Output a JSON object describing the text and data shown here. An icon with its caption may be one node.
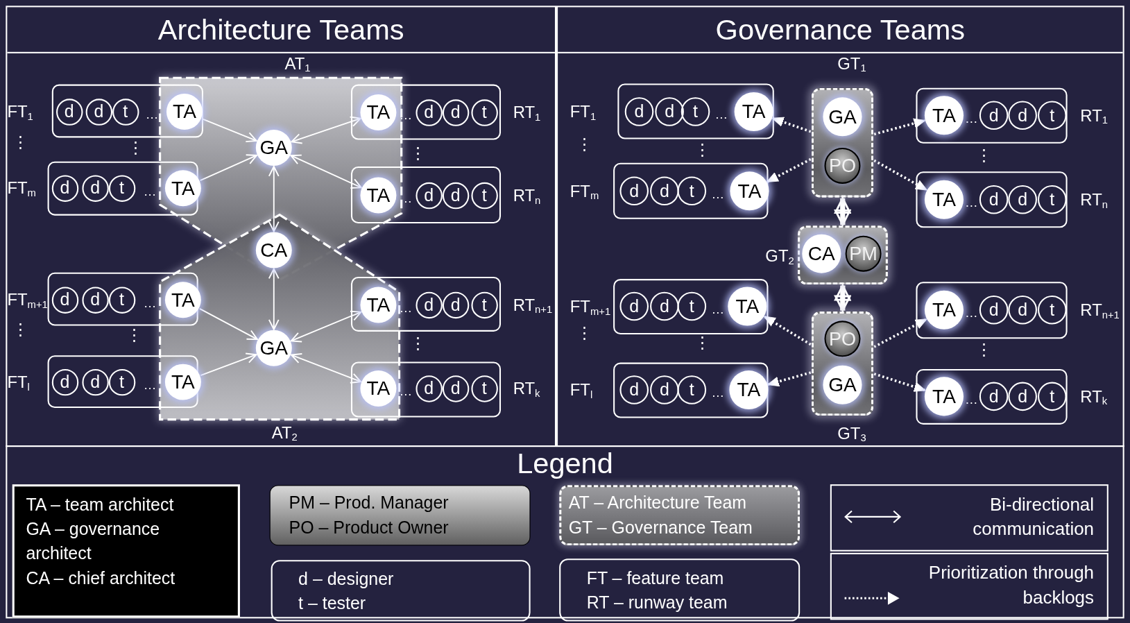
{
  "diagram": {
    "nodes": [
      {
        "text": [
          "Architecture Teams"
        ]
      },
      {
        "text": [
          "Governance Teams"
        ]
      },
      {
        "text": [
          "AT$_{1}$"
        ],
        "in": 0
      },
      {
        "text": [
          "AT$_{2}$"
        ],
        "in": 0
      },
      {
        "text": [
          "GA"
        ],
        "in": 2
      },
      {
        "text": [
          "CA"
        ]
      },
      {
        "text": [
          "GA"
        ],
        "in": 3
      },
      {
        "text": [
          "FT$_{1}$",
          "…"
        ],
        "in": 0
      },
      {
        "text": [
          "d"
        ],
        "in": 7
      },
      {
        "text": [
          "d"
        ],
        "in": 7
      },
      {
        "text": [
          "t"
        ],
        "in": 7
      },
      {
        "text": [
          "TA"
        ]
      },
      {
        "text": [
          "…",
          "RT$_{1}$"
        ],
        "in": 0
      },
      {
        "text": [
          "TA"
        ]
      },
      {
        "text": [
          "d"
        ],
        "in": 12
      },
      {
        "text": [
          "d"
        ],
        "in": 12
      },
      {
        "text": [
          "t"
        ],
        "in": 12
      },
      {
        "text": [
          "FT$_{m}$",
          "…"
        ],
        "in": 0
      },
      {
        "text": [
          "d"
        ],
        "in": 17
      },
      {
        "text": [
          "d"
        ],
        "in": 17
      },
      {
        "text": [
          "t"
        ],
        "in": 17
      },
      {
        "text": [
          "TA"
        ]
      },
      {
        "text": [
          "…",
          "RT$_{n}$"
        ],
        "in": 0
      },
      {
        "text": [
          "TA"
        ]
      },
      {
        "text": [
          "d"
        ],
        "in": 22
      },
      {
        "text": [
          "d"
        ],
        "in": 22
      },
      {
        "text": [
          "t"
        ],
        "in": 22
      },
      {
        "text": [
          "FT$_{m+1}$",
          "…"
        ],
        "in": 0
      },
      {
        "text": [
          "d"
        ],
        "in": 27
      },
      {
        "text": [
          "d"
        ],
        "in": 27
      },
      {
        "text": [
          "t"
        ],
        "in": 27
      },
      {
        "text": [
          "TA"
        ]
      },
      {
        "text": [
          "…",
          "RT$_{n+1}$"
        ],
        "in": 0
      },
      {
        "text": [
          "TA"
        ]
      },
      {
        "text": [
          "d"
        ],
        "in": 32
      },
      {
        "text": [
          "d"
        ],
        "in": 32
      },
      {
        "text": [
          "t"
        ],
        "in": 32
      },
      {
        "text": [
          "FT$_{l}$",
          "…"
        ],
        "in": 0
      },
      {
        "text": [
          "d"
        ],
        "in": 37
      },
      {
        "text": [
          "d"
        ],
        "in": 37
      },
      {
        "text": [
          "t"
        ],
        "in": 37
      },
      {
        "text": [
          "TA"
        ]
      },
      {
        "text": [
          "…",
          "RT$_{k}$"
        ],
        "in": 0
      },
      {
        "text": [
          "TA"
        ]
      },
      {
        "text": [
          "d"
        ],
        "in": 42
      },
      {
        "text": [
          "d"
        ],
        "in": 42
      },
      {
        "text": [
          "t"
        ],
        "in": 42
      },
      {
        "text": [
          "GT$_{1}$"
        ],
        "in": 1
      },
      {
        "text": [
          "GA"
        ],
        "in": 47
      },
      {
        "text": [
          "PO"
        ],
        "in": 47
      },
      {
        "text": [
          "GT$_{2}$"
        ],
        "in": 1
      },
      {
        "text": [
          "CA"
        ],
        "in": 50
      },
      {
        "text": [
          "PM"
        ],
        "in": 50
      },
      {
        "text": [
          "GT$_{3}$"
        ],
        "in": 1
      },
      {
        "text": [
          "PO"
        ],
        "in": 53
      },
      {
        "text": [
          "GA"
        ],
        "in": 53
      },
      {
        "text": [
          "FT$_{1}$",
          "…"
        ],
        "in": 1
      },
      {
        "text": [
          "d"
        ],
        "in": 56
      },
      {
        "text": [
          "d"
        ],
        "in": 56
      },
      {
        "text": [
          "t"
        ],
        "in": 56
      },
      {
        "text": [
          "TA"
        ],
        "in": 56
      },
      {
        "text": [
          "…",
          "RT$_{1}$"
        ],
        "in": 1
      },
      {
        "text": [
          "TA"
        ],
        "in": 61
      },
      {
        "text": [
          "d"
        ],
        "in": 61
      },
      {
        "text": [
          "d"
        ],
        "in": 61
      },
      {
        "text": [
          "t"
        ],
        "in": 61
      },
      {
        "text": [
          "FT$_{m}$",
          "…"
        ],
        "in": 1
      },
      {
        "text": [
          "d"
        ],
        "in": 66
      },
      {
        "text": [
          "d"
        ],
        "in": 66
      },
      {
        "text": [
          "t"
        ],
        "in": 66
      },
      {
        "text": [
          "TA"
        ],
        "in": 66
      },
      {
        "text": [
          "…",
          "RT$_{n}$"
        ],
        "in": 1
      },
      {
        "text": [
          "TA"
        ],
        "in": 71
      },
      {
        "text": [
          "d"
        ],
        "in": 71
      },
      {
        "text": [
          "d"
        ],
        "in": 71
      },
      {
        "text": [
          "t"
        ],
        "in": 71
      },
      {
        "text": [
          "FT$_{m+1}$",
          "…"
        ],
        "in": 1
      },
      {
        "text": [
          "d"
        ],
        "in": 76
      },
      {
        "text": [
          "d"
        ],
        "in": 76
      },
      {
        "text": [
          "t"
        ],
        "in": 76
      },
      {
        "text": [
          "TA"
        ],
        "in": 76
      },
      {
        "text": [
          "…",
          "RT$_{n+1}$"
        ],
        "in": 1
      },
      {
        "text": [
          "TA"
        ],
        "in": 81
      },
      {
        "text": [
          "d"
        ],
        "in": 81
      },
      {
        "text": [
          "d"
        ],
        "in": 81
      },
      {
        "text": [
          "t"
        ],
        "in": 81
      },
      {
        "text": [
          "FT$_{l}$",
          "…"
        ],
        "in": 1
      },
      {
        "text": [
          "d"
        ],
        "in": 86
      },
      {
        "text": [
          "d"
        ],
        "in": 86
      },
      {
        "text": [
          "t"
        ],
        "in": 86
      },
      {
        "text": [
          "TA"
        ],
        "in": 86
      },
      {
        "text": [
          "…",
          "RT$_{k}$"
        ],
        "in": 1
      },
      {
        "text": [
          "TA"
        ],
        "in": 91
      },
      {
        "text": [
          "d"
        ],
        "in": 91
      },
      {
        "text": [
          "d"
        ],
        "in": 91
      },
      {
        "text": [
          "t"
        ],
        "in": 91
      },
      {
        "text": [
          "Legend"
        ]
      },
      {
        "text": [
          "TA – team architect",
          "GA – governance architect",
          "CA – chief architect"
        ],
        "in": 96
      },
      {
        "text": [
          "PM – Prod. Manager",
          "PO – Product Owner"
        ],
        "in": 96
      },
      {
        "text": [
          "AT – Architecture Team",
          "GT – Governance Team"
        ],
        "in": 96
      },
      {
        "text": [
          "d – designer",
          "t – tester"
        ],
        "in": 96
      },
      {
        "text": [
          "FT – feature team",
          "RT – runway team"
        ],
        "in": 96
      }
    ],
    "edges": [
      {
        "from": 11,
        "to": 4,
        "arrow": "to"
      },
      {
        "from": 21,
        "to": 4,
        "arrow": "to"
      },
      {
        "from": 4,
        "to": 13,
        "arrow": "both"
      },
      {
        "from": 4,
        "to": 23,
        "arrow": "both"
      },
      {
        "from": 4,
        "to": 5,
        "arrow": "both"
      },
      {
        "from": 5,
        "to": 6,
        "arrow": "both"
      },
      {
        "from": 31,
        "to": 6,
        "arrow": "to"
      },
      {
        "from": 41,
        "to": 6,
        "arrow": "to"
      },
      {
        "from": 6,
        "to": 33,
        "arrow": "both"
      },
      {
        "from": 6,
        "to": 43,
        "arrow": "both"
      },
      {
        "from": 47,
        "to": 60,
        "arrow": "to",
        "style": "dashed"
      },
      {
        "from": 47,
        "to": 70,
        "arrow": "to",
        "style": "dashed"
      },
      {
        "from": 47,
        "to": 62,
        "arrow": "to",
        "style": "dashed"
      },
      {
        "from": 47,
        "to": 72,
        "arrow": "to",
        "style": "dashed"
      },
      {
        "from": 47,
        "to": 50,
        "arrow": "both",
        "style": "thick"
      },
      {
        "from": 50,
        "to": 53,
        "arrow": "both",
        "style": "thick"
      },
      {
        "from": 53,
        "to": 80,
        "arrow": "to",
        "style": "dashed"
      },
      {
        "from": 53,
        "to": 90,
        "arrow": "to",
        "style": "dashed"
      },
      {
        "from": 53,
        "to": 82,
        "arrow": "to",
        "style": "dashed"
      },
      {
        "from": 53,
        "to": 92,
        "arrow": "to",
        "style": "dashed"
      }
    ],
    "labels": [
      "⋮",
      "⋮",
      "⋮",
      "⋮",
      "⋮",
      "⋮",
      "⋮",
      "⋮",
      "⋮",
      "⋮",
      "⋮",
      "⋮"
    ],
    "legend": [
      {
        "text": "Bi-directional communication"
      },
      {
        "text": "Prioritization through backlogs"
      }
    ]
  }
}
